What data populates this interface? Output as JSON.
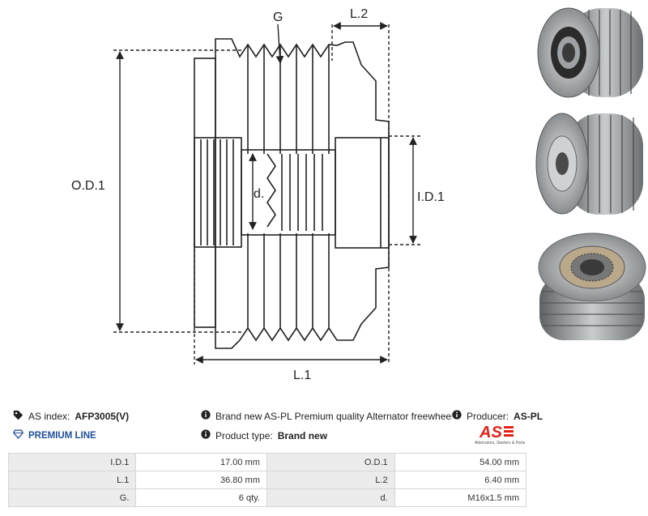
{
  "drawing": {
    "labels": {
      "g": "G",
      "l2": "L.2",
      "od1": "O.D.1",
      "id1": "I.D.1",
      "d": "d.",
      "l1": "L.1"
    }
  },
  "info": {
    "as_index_label": "AS index:",
    "as_index_value": "AFP3005(V)",
    "premium_line": "PREMIUM LINE",
    "description": "Brand new AS-PL Premium quality Alternator freewheel pulley",
    "producer_label": "Producer:",
    "producer_value": "AS-PL",
    "product_type_label": "Product type:",
    "product_type_value": "Brand new"
  },
  "logo": {
    "text": "AS",
    "subtitle": "Alternators, Starters & Parts",
    "color": "#e2231a"
  },
  "specs": [
    {
      "label1": "I.D.1",
      "value1": "17.00 mm",
      "label2": "O.D.1",
      "value2": "54.00 mm"
    },
    {
      "label1": "L.1",
      "value1": "36.80 mm",
      "label2": "L.2",
      "value2": "6.40 mm"
    },
    {
      "label1": "G.",
      "value1": "6 qty.",
      "label2": "d.",
      "value2": "M16x1.5 mm"
    }
  ]
}
